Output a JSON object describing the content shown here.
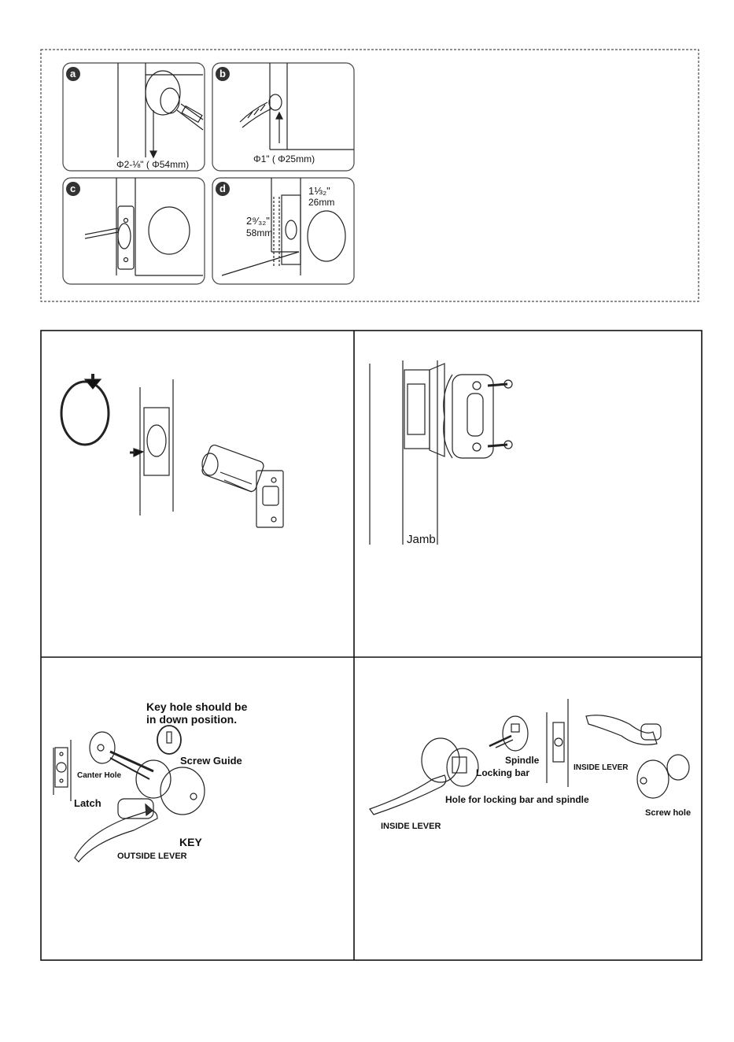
{
  "step1": {
    "panel_a": {
      "badge": "a",
      "dimension": "Φ2-⅛\" ( Φ54mm)"
    },
    "panel_b": {
      "badge": "b",
      "dimension": "Φ1\" ( Φ25mm)"
    },
    "panel_c": {
      "badge": "c"
    },
    "panel_d": {
      "badge": "d",
      "width_in": "1⅓₂\"",
      "width_mm": "26mm",
      "height_in": "2⁹⁄₃₂\"",
      "height_mm": "58mm"
    }
  },
  "step3": {
    "jamb_label": "Jamb"
  },
  "step4": {
    "note_line1": "Key hole should be",
    "note_line2": "in down position.",
    "screw_guide": "Screw Guide",
    "center_hole": "Canter Hole",
    "latch": "Latch",
    "key": "KEY",
    "outside_lever": "OUTSIDE  LEVER"
  },
  "step5": {
    "spindle": "Spindle",
    "locking_bar": "Locking bar",
    "hole_label": "Hole for locking bar and spindle",
    "inside_lever_right": "INSIDE LEVER",
    "inside_lever_left": "INSIDE LEVER",
    "screw_hole": "Screw hole"
  }
}
